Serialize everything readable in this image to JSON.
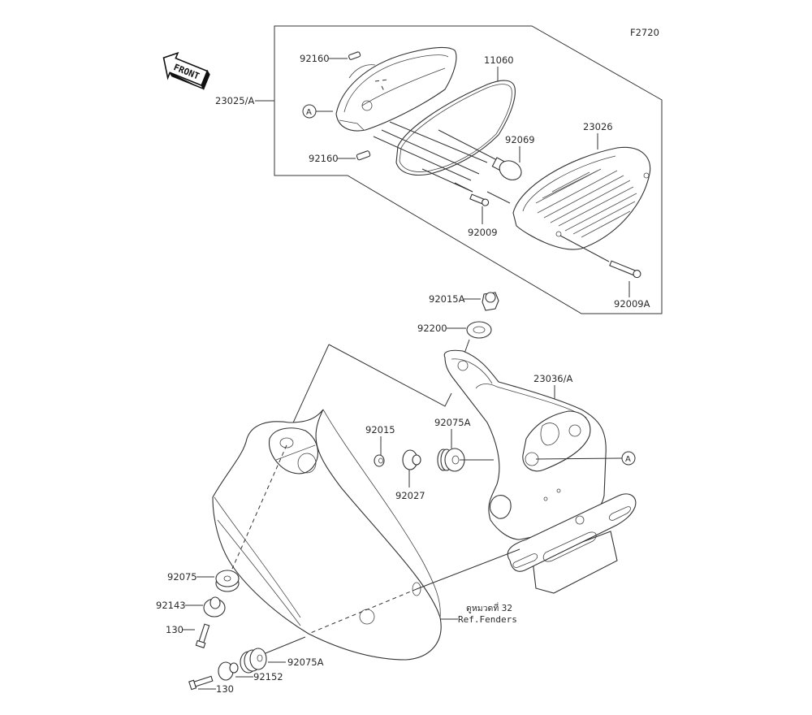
{
  "figure_code": "F2720",
  "front_arrow": {
    "label": "FRONT",
    "icon": "front-direction-arrow"
  },
  "callout_ref": "A",
  "parts": {
    "p23025A": "23025/A",
    "p92160_top": "92160",
    "p92160_bottom": "92160",
    "p11060": "11060",
    "p92069": "92069",
    "p23026": "23026",
    "p92009": "92009",
    "p92009A": "92009A",
    "p92015A": "92015A",
    "p92200": "92200",
    "p23036A": "23036/A",
    "p92015": "92015",
    "p92075A_top": "92075A",
    "p92027": "92027",
    "p92075": "92075",
    "p92143": "92143",
    "p130_top": "130",
    "p92075A_bottom": "92075A",
    "p92152": "92152",
    "p130_bottom": "130"
  },
  "reference": {
    "thai": "ดูหมวดที่ 32",
    "english": "Ref.Fenders"
  }
}
